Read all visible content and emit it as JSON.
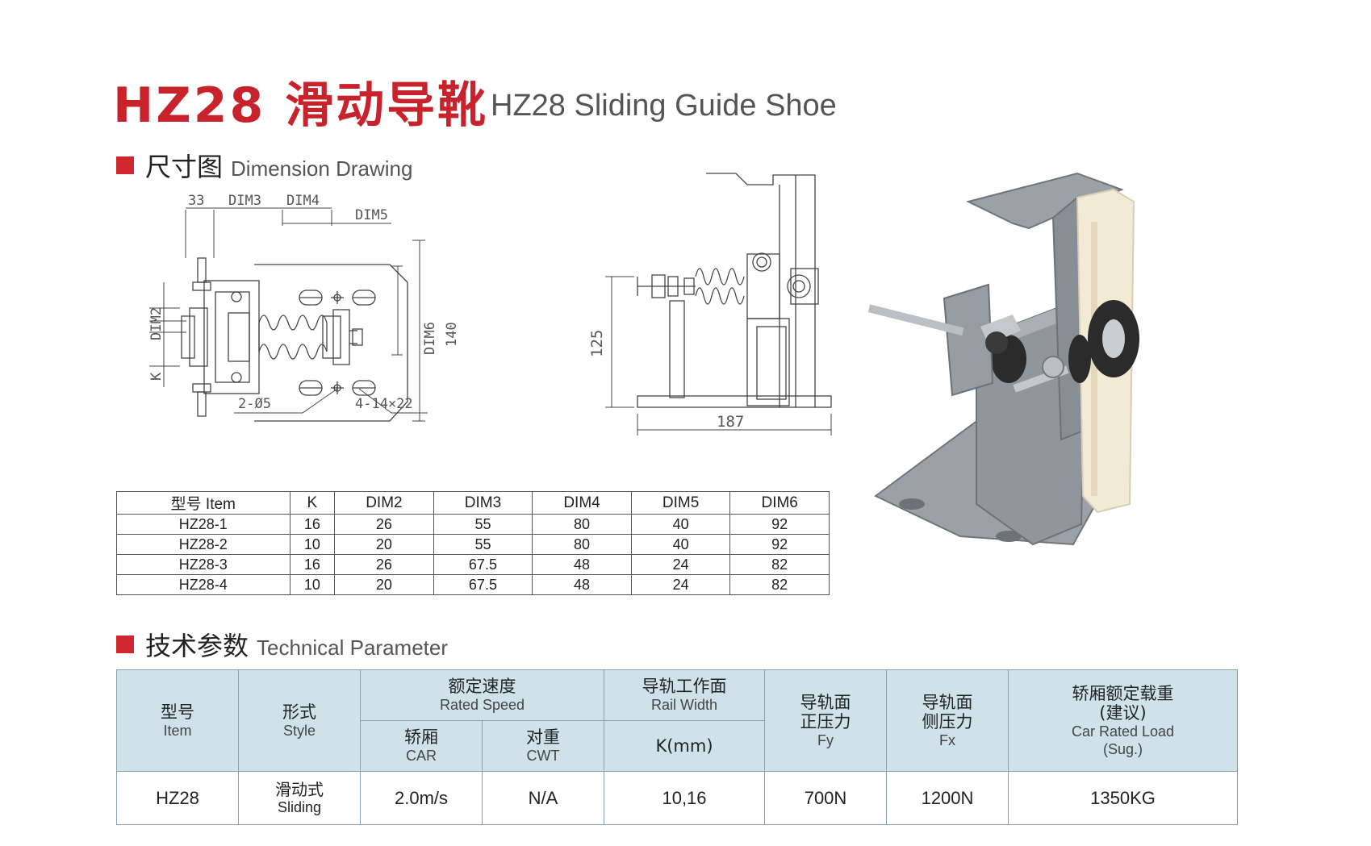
{
  "header": {
    "title_cn": "HZ28 滑动导靴",
    "title_en": "HZ28 Sliding Guide Shoe"
  },
  "sections": {
    "drawing": {
      "cn": "尺寸图",
      "en": "Dimension Drawing"
    },
    "tech": {
      "cn": "技术参数",
      "en": "Technical Parameter"
    }
  },
  "drawing_labels": {
    "d33": "33",
    "dim3": "DIM3",
    "dim4": "DIM4",
    "dim5": "DIM5",
    "dim2": "DIM2",
    "k": "K",
    "dim6": "DIM6",
    "d140": "140",
    "holes_small": "2-Ø5",
    "holes_slot": "4-14×22",
    "d125": "125",
    "d187": "187"
  },
  "dim_table": {
    "headers": [
      "型号 Item",
      "K",
      "DIM2",
      "DIM3",
      "DIM4",
      "DIM5",
      "DIM6"
    ],
    "rows": [
      [
        "HZ28-1",
        "16",
        "26",
        "55",
        "80",
        "40",
        "92"
      ],
      [
        "HZ28-2",
        "10",
        "20",
        "55",
        "80",
        "40",
        "92"
      ],
      [
        "HZ28-3",
        "16",
        "26",
        "67.5",
        "48",
        "24",
        "82"
      ],
      [
        "HZ28-4",
        "10",
        "20",
        "67.5",
        "48",
        "24",
        "82"
      ]
    ]
  },
  "tech_table": {
    "item": {
      "cn": "型号",
      "en": "Item"
    },
    "style": {
      "cn": "形式",
      "en": "Style"
    },
    "speed": {
      "cn": "额定速度",
      "en": "Rated Speed"
    },
    "car": {
      "cn": "轿厢",
      "en": "CAR"
    },
    "cwt": {
      "cn": "对重",
      "en": "CWT"
    },
    "rail": {
      "cn": "导轨工作面",
      "en": "Rail Width"
    },
    "k": "K(mm)",
    "fy": {
      "cn1": "导轨面",
      "cn2": "正压力",
      "en": "Fy"
    },
    "fx": {
      "cn1": "导轨面",
      "cn2": "侧压力",
      "en": "Fx"
    },
    "load": {
      "cn1": "轿厢额定载重",
      "cn2": "(建议)",
      "en1": "Car Rated Load",
      "en2": "(Sug.)"
    },
    "row": {
      "item": "HZ28",
      "style_cn": "滑动式",
      "style_en": "Sliding",
      "car": "2.0m/s",
      "cwt": "N/A",
      "k": "10,16",
      "fy": "700N",
      "fx": "1200N",
      "load": "1350KG"
    }
  },
  "colors": {
    "title_red": "#c8232c",
    "header_blue": "#cfe2ea",
    "product_gray": "#8f969c",
    "liner_cream": "#f3ead6"
  }
}
